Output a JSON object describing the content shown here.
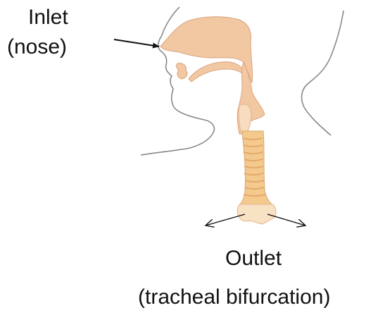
{
  "labels": {
    "inlet_line1": "Inlet",
    "inlet_line2": "(nose)",
    "outlet_line1": "Outlet",
    "outlet_line2": "(tracheal bifurcation)"
  },
  "colors": {
    "airway_fill": "#f2c8a2",
    "airway_light": "#f8dcc0",
    "trachea_fill": "#f4c98e",
    "outline": "#8a8a8a",
    "arrow": "#111111"
  }
}
